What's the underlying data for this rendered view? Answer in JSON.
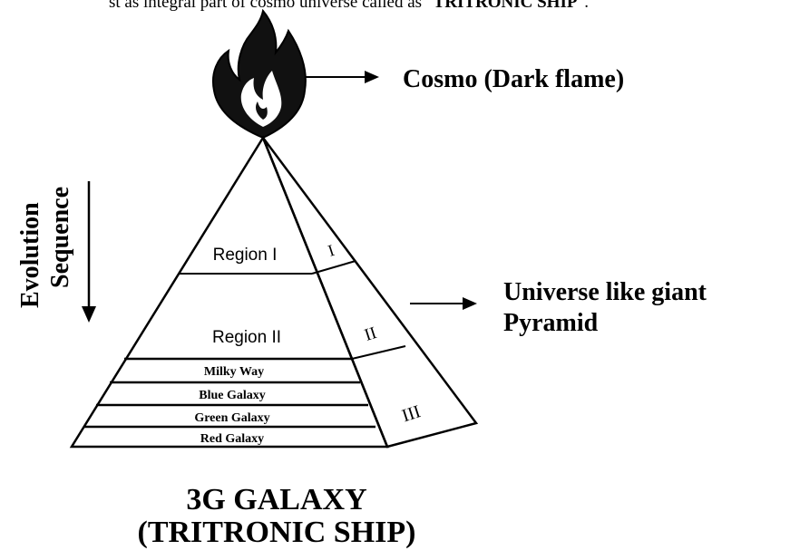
{
  "header_text_prefix": "st as integral part of cosmo universe called as \"",
  "header_text_bold": "TRITRONIC SHIP",
  "header_text_suffix": "\".",
  "flame_label": "Cosmo (Dark flame)",
  "side_label_line1": "Evolution",
  "side_label_line2": "Sequence",
  "pyramid_label_line1": "Universe like giant",
  "pyramid_label_line2": "Pyramid",
  "front_face": {
    "region1": "Region I",
    "region2": "Region II",
    "galaxies": [
      "Milky Way",
      "Blue Galaxy",
      "Green Galaxy",
      "Red Galaxy"
    ]
  },
  "side_face": {
    "numerals": [
      "I",
      "II",
      "III"
    ]
  },
  "caption_line1": "3G GALAXY",
  "caption_line2": "(TRITRONIC SHIP)"
}
